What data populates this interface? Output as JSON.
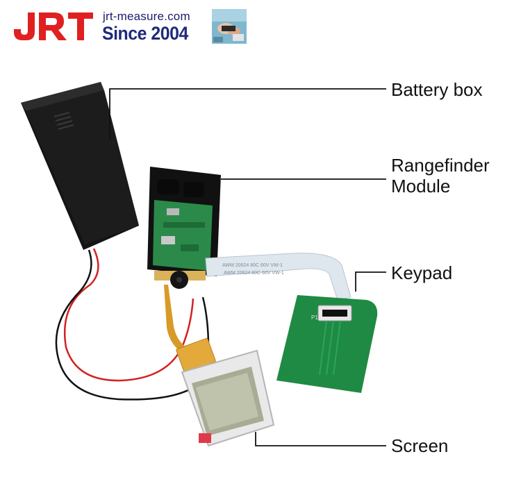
{
  "brand": {
    "logo_text": "JRT",
    "domain": "jrt-measure.com",
    "since": "Since 2004"
  },
  "labels": {
    "battery_box": "Battery box",
    "rangefinder_line1": "Rangefinder",
    "rangefinder_line2": "Module",
    "keypad": "Keypad",
    "screen": "Screen"
  },
  "ribbon_text": {
    "line1": "AWM 20624 80C 60V VW-1",
    "line2": "AWM 20624 80C 60V VW-1"
  },
  "keypad_marking": "P1",
  "colors": {
    "logo_red": "#e02020",
    "brand_blue": "#1f2a7a",
    "pcb_green": "#1f7a3a",
    "wire_red": "#d42020",
    "wire_black": "#111111"
  }
}
